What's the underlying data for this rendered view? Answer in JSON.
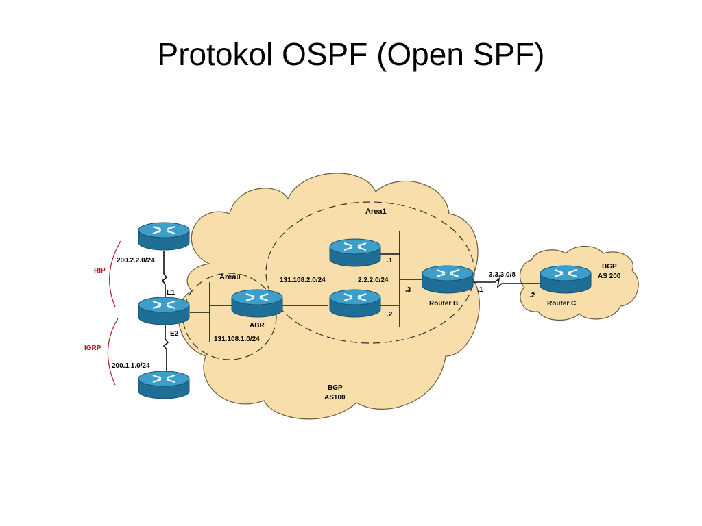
{
  "title": "Protokol OSPF (Open SPF)",
  "colors": {
    "cloud_fill": "#f7deaa",
    "cloud_stroke": "#6b5a3a",
    "router_top": "#3d9fc9",
    "router_body": "#1f6e96",
    "protocol_label": "#b01818"
  },
  "icons": {
    "router": "router-icon"
  },
  "labels": {
    "area1": "Area1",
    "area0": "Area0",
    "abr": "ABR",
    "router_b": "Router B",
    "router_c": "Router C",
    "bgp_as100_line1": "BGP",
    "bgp_as100_line2": "AS100",
    "bgp_as200_line1": "BGP",
    "bgp_as200_line2": "AS 200",
    "rip": "RIP",
    "igrp": "IGRP",
    "e1": "E1",
    "e2": "E2",
    "net_200_2_2": "200.2.2.0/24",
    "net_200_1_1": "200.1.1.0/24",
    "net_131_108_2": "131.108.2.0/24",
    "net_131_108_1": "131.108.1.0/24",
    "net_2_2_2": "2.2.2.0/24",
    "net_3_3_3": "3.3.3.0/8",
    "host_1_top": ".1",
    "host_2_mid": ".2",
    "host_3": ".3",
    "host_1_rb": ".1",
    "host_2_rc": ".2"
  }
}
